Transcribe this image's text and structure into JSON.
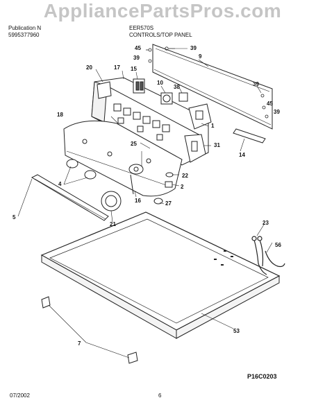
{
  "watermark": "AppliancePartsPros.com",
  "header": {
    "line1_left": "Publication N",
    "line2_left": "5995377960",
    "line1_right": "EER570S",
    "line2_right": "CONTROLS/TOP PANEL"
  },
  "footer": {
    "date": "07/2002",
    "page": "6",
    "diagram_code": "P16C0203"
  },
  "callouts": {
    "c45a": "45",
    "c39a": "39",
    "c39b": "39",
    "c9": "9",
    "c20": "20",
    "c17": "17",
    "c15": "15",
    "c10": "10",
    "c38": "38",
    "c39c": "39",
    "c45b": "45",
    "c39d": "39",
    "c18": "18",
    "c1": "1",
    "c25": "25",
    "c31": "31",
    "c14": "14",
    "c4": "4",
    "c22": "22",
    "c2": "2",
    "c16": "16",
    "c27": "27",
    "c5": "5",
    "c21": "21",
    "c23": "23",
    "c56": "56",
    "c53": "53",
    "c7": "7"
  }
}
